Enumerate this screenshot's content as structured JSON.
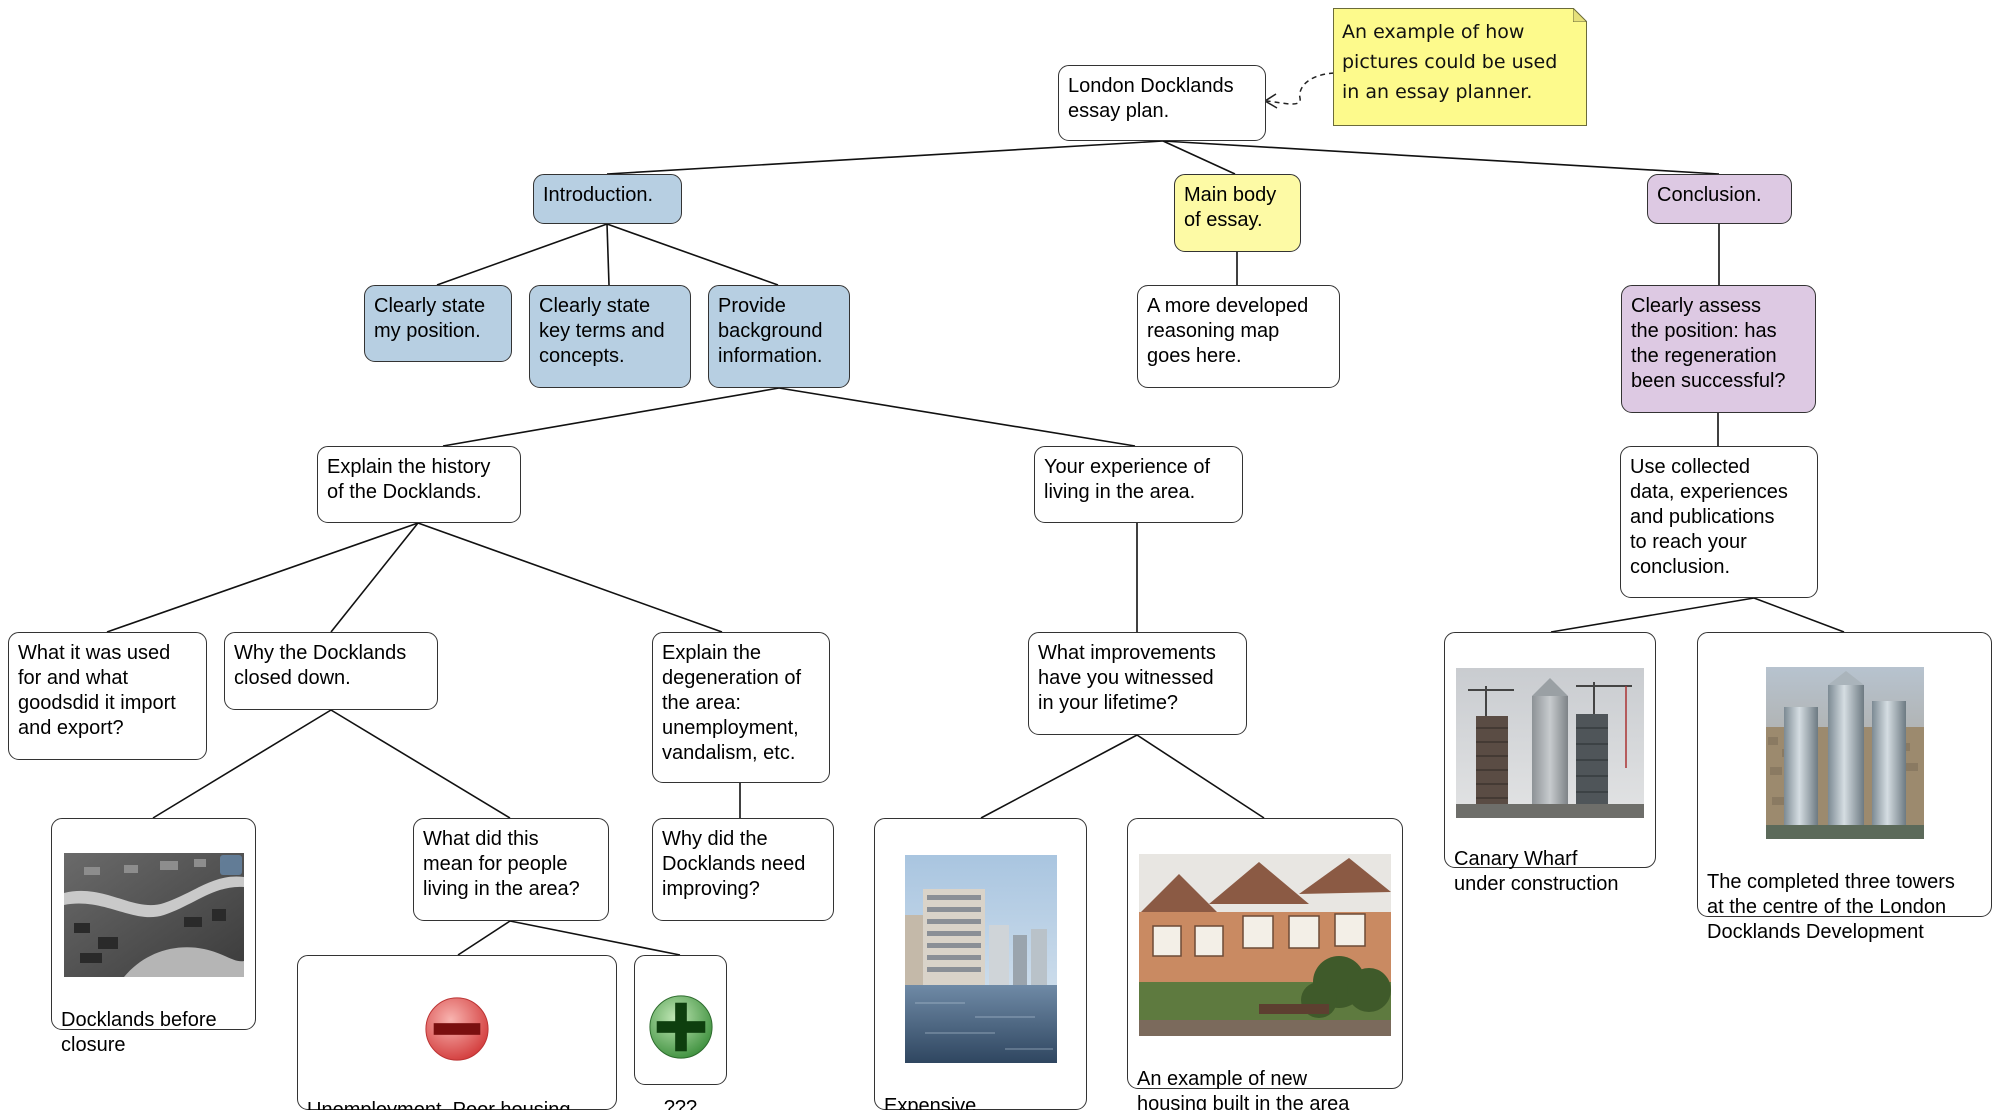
{
  "note": {
    "text": "An example of how\npictures could be used\nin an essay planner."
  },
  "nodes": {
    "root": "London Docklands\nessay plan.",
    "introduction": "Introduction.",
    "main_body": "Main body\nof essay.",
    "conclusion": "Conclusion.",
    "state_position": "Clearly state\nmy position.",
    "key_terms": "Clearly state\nkey terms and\nconcepts.",
    "background": "Provide\nbackground\ninformation.",
    "reasoning_map": "A more developed\nreasoning map\ngoes here.",
    "assess_position": "Clearly assess\nthe position: has\nthe regeneration\nbeen successful?",
    "history": "Explain the history\nof the Docklands.",
    "experience": "Your experience of\nliving in the area.",
    "collected_data": "Use collected\ndata, experiences\nand publications\nto reach your\nconclusion.",
    "used_for": "What it was used\nfor  and what\ngoodsdid it import\nand export?",
    "closed_down": "Why the Docklands\nclosed down.",
    "degeneration": "Explain the\ndegeneration of\nthe area:\nunemployment,\nvandalism, etc.",
    "improvements": "What improvements\nhave you witnessed\nin your lifetime?",
    "docklands_before": "Docklands before\nclosure",
    "meaning": "What did this\nmean for people\nliving in the area?",
    "need_improving": "Why did the\nDocklands need\nimproving?",
    "negatives": "Unemployment, Poor housing,\nLow standard of living",
    "positives": "???",
    "expensive_housing": "Expensive\nDockside housing",
    "new_housing": "An example of new\nhousing built in the area",
    "canary_wharf": "Canary Wharf\nunder construction",
    "three_towers": "The completed three towers\nat the centre of the London\nDocklands Development"
  },
  "colors": {
    "intro_fill": "#b7cfe2",
    "main_fill": "#fdfaa5",
    "conclusion_fill": "#ddc9e3",
    "note_fill": "#fdfa8c",
    "minus_red": "#d23a3a",
    "plus_green": "#3c8f3c"
  },
  "icons": [
    "minus-sign-icon",
    "plus-sign-icon"
  ]
}
